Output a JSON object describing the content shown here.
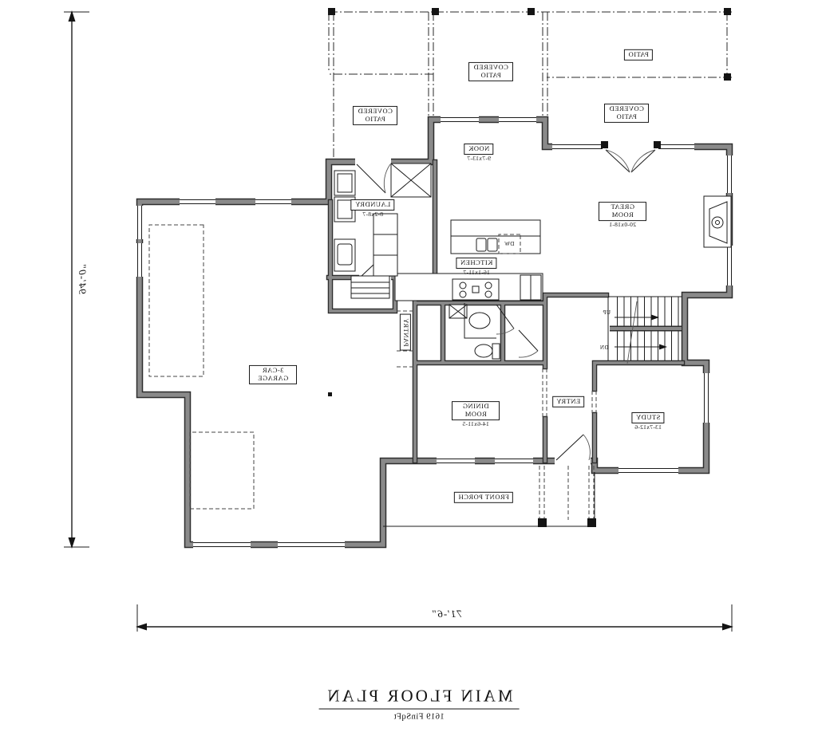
{
  "sheet": {
    "title": "MAIN FLOOR PLAN",
    "subtitle": "1619 FinSqFt",
    "dim_height": "94'-0\"",
    "dim_width": "71'-6\""
  },
  "rooms": {
    "patio": {
      "name": "PATIO"
    },
    "covered_patio": {
      "name": "COVERED PATIO"
    },
    "nook": {
      "name": "NOOK",
      "dims": "9-7x13-7"
    },
    "great_room": {
      "name": "GREAT ROOM",
      "dims": "20-0x18-1"
    },
    "laundry": {
      "name": "LAUNDRY",
      "dims": "8-2x8-7"
    },
    "kitchen": {
      "name": "KITCHEN",
      "dims": "16-1x11-7"
    },
    "pantry": {
      "name": "PANTRY"
    },
    "dining_room": {
      "name": "DINING ROOM",
      "dims": "14-6x11-5"
    },
    "entry": {
      "name": "ENTRY"
    },
    "study": {
      "name": "STUDY",
      "dims": "13-7x12-6"
    },
    "garage": {
      "name": "3-CAR GARAGE"
    },
    "front_porch": {
      "name": "FRONT PORCH"
    }
  },
  "annotations": {
    "dishwasher": "DW",
    "stairs_up": "UP",
    "stairs_down": "DN"
  },
  "colors": {
    "wall_fill": "#8a8a8a",
    "wall_edge": "#2e2e2e",
    "line": "#1c1c1c",
    "background": "#ffffff"
  }
}
